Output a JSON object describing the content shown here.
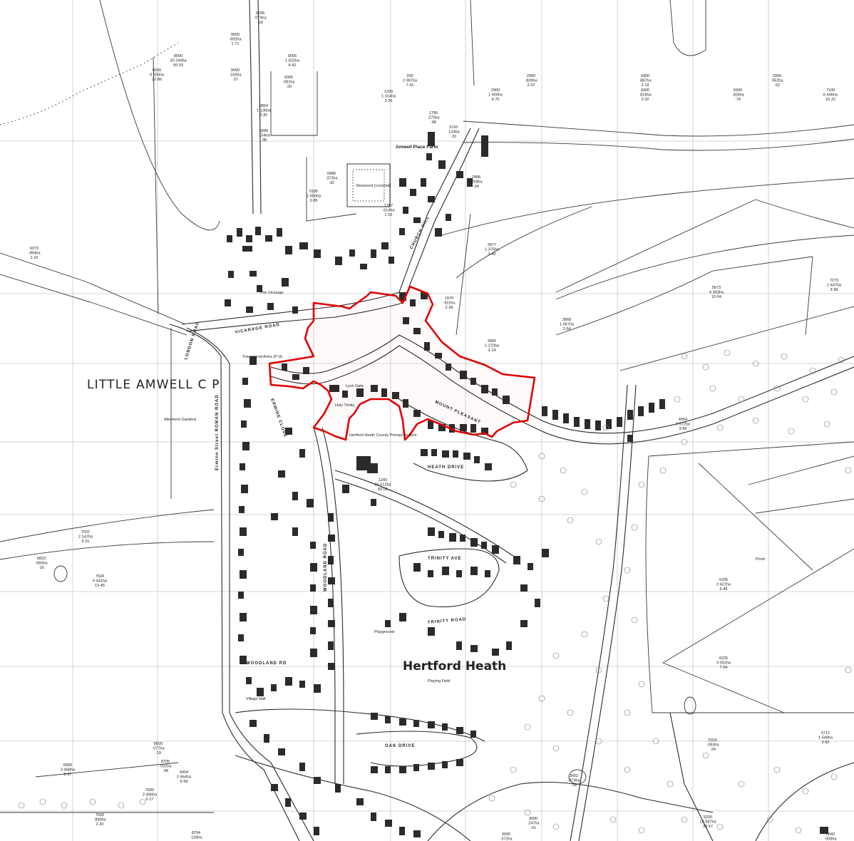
{
  "map": {
    "parish_label": "LITTLE AMWELL C P",
    "village_label": "Hertford Heath",
    "places": {
      "farm": "Amwell Place Farm",
      "reservoir": "Reservoir (covered)",
      "vicarage": "The Vicarage",
      "townshend_arms": "Townshend Arms (P H)",
      "allotment": "Allotment Gardens",
      "lych_gate": "Lych Gate",
      "holy_trinity": "Holy Trinity",
      "school": "Hertford Heath County Primary School",
      "playground": "Playground",
      "playing_field": "Playing Field",
      "village_hall": "Village Hall",
      "pond": "Pond"
    },
    "roads": {
      "london_road": "LONDON ROAD",
      "vicarage_road": "VICARAGE ROAD",
      "ermine_street": "Ermine Street ROMAN ROAD",
      "woodland_road": "WOODLAND ROAD",
      "trinity_road": "TRINITY ROAD",
      "mount_pleasant": "MOUNT PLEASANT",
      "church_hill": "CHURCH HILL",
      "heath_drive": "HEATH DRIVE",
      "woodland_rd_short": "WOODLAND RD",
      "trinity_ave": "TRINITY AVE",
      "oak_drive": "OAK DRIVE",
      "ermine_close": "ERMINE CLOSE"
    },
    "parcels": [
      {
        "id": "p1",
        "num": "8000",
        "area": "20·249ha",
        "acres": "50·03"
      },
      {
        "id": "p2",
        "num": "8000",
        "area": "9·250ha",
        "acres": "22·86"
      },
      {
        "id": "p3",
        "num": "9000",
        "area": "·692ha",
        "acres": "1·71"
      },
      {
        "id": "p4",
        "num": "9000",
        "area": "·150ha",
        "acres": "·37"
      },
      {
        "id": "p5",
        "num": "0005",
        "area": "1·822ha",
        "acres": "4·50"
      },
      {
        "id": "p6",
        "num": "0005",
        "area": "·081ha",
        "acres": "·20"
      },
      {
        "id": "p7",
        "num": "9206",
        "area": "·073ha",
        "acres": "·18"
      },
      {
        "id": "p8",
        "num": "1200",
        "area": "1·314ha",
        "acres": "3·25"
      },
      {
        "id": "p9",
        "num": "200",
        "area": "2·997ha",
        "acres": "7·41"
      },
      {
        "id": "p10",
        "num": "2900",
        "area": "·839ha",
        "acres": "2·07"
      },
      {
        "id": "p11",
        "num": "2900",
        "area": "1·900ha",
        "acres": "4·70"
      },
      {
        "id": "p12",
        "num": "4300",
        "area": "·887ha",
        "acres": "2·19"
      },
      {
        "id": "p13",
        "num": "4300",
        "area": "·816ha",
        "acres": "2·02"
      },
      {
        "id": "p14",
        "num": "5900",
        "area": "·300ha",
        "acres": "·74"
      },
      {
        "id": "p15",
        "num": "7100",
        "area": "6·606ha",
        "acres": "16·32"
      },
      {
        "id": "p16",
        "num": "2900",
        "area": "·952ha",
        "acres": "·52"
      },
      {
        "id": "p17",
        "num": "1795",
        "area": "·275ha",
        "acres": "·68"
      },
      {
        "id": "p18",
        "num": "2193",
        "area": "·134ha",
        "acres": "·33"
      },
      {
        "id": "p19",
        "num": "9854",
        "area": "1·136ha",
        "acres": "2·81"
      },
      {
        "id": "p20",
        "num": "9289",
        "area": "·154ha",
        "acres": "·38"
      },
      {
        "id": "p21",
        "num": "0986",
        "area": "·372ha",
        "acres": "·92"
      },
      {
        "id": "p22",
        "num": "0185",
        "area": "1·556ha",
        "acres": "3·85"
      },
      {
        "id": "p23",
        "num": "1787",
        "area": "·614ha",
        "acres": "1·52"
      },
      {
        "id": "p24",
        "num": "2488",
        "area": "·258ha",
        "acres": "·64"
      },
      {
        "id": "p25",
        "num": "2877",
        "area": "1·375ha",
        "acres": "3·40"
      },
      {
        "id": "p26",
        "num": "1970",
        "area": "·922ha",
        "acres": "2·28"
      },
      {
        "id": "p27",
        "num": "2865",
        "area": "1·270ha",
        "acres": "3·14"
      },
      {
        "id": "p28",
        "num": "3868",
        "area": "1·067ha",
        "acres": "2·64"
      },
      {
        "id": "p29",
        "num": "5673",
        "area": "4·063ha",
        "acres": "10·04"
      },
      {
        "id": "p30",
        "num": "7273",
        "area": "1·447ha",
        "acres": "3·58"
      },
      {
        "id": "p31",
        "num": "6373",
        "area": "·494ha",
        "acres": "1·22"
      },
      {
        "id": "p32",
        "num": "4954",
        "area": "1·572ha",
        "acres": "3·89"
      },
      {
        "id": "p33",
        "num": "1243",
        "area": "33·612ha",
        "acres": "83·06"
      },
      {
        "id": "p34",
        "num": "7037",
        "area": "2·147ha",
        "acres": "5·31"
      },
      {
        "id": "p35",
        "num": "7524",
        "area": "5·441ha",
        "acres": "13·45"
      },
      {
        "id": "p36",
        "num": "6823",
        "area": "·065ha",
        "acres": "·16"
      },
      {
        "id": "p37",
        "num": "5335",
        "area": "2·627ha",
        "acres": "6·49"
      },
      {
        "id": "p38",
        "num": "6225",
        "area": "3·052ha",
        "acres": "7·54"
      },
      {
        "id": "p39",
        "num": "6712",
        "area": "1·549ha",
        "acres": "3·83"
      },
      {
        "id": "p40",
        "num": "5315",
        "area": "·093ha",
        "acres": "·24"
      },
      {
        "id": "p41",
        "num": "6906",
        "area": "3·468ha",
        "acres": "8·57"
      },
      {
        "id": "p42",
        "num": "8509",
        "area": "·077ha",
        "acres": "·19"
      },
      {
        "id": "p43",
        "num": "8705",
        "area": "·032ha",
        "acres": "·08"
      },
      {
        "id": "p44",
        "num": "0404",
        "area": "2·664ha",
        "acres": "6·58"
      },
      {
        "id": "p45",
        "num": "7600",
        "area": "2·496ha",
        "acres": "6·17"
      },
      {
        "id": "p46",
        "num": "7500",
        "area": "·890ha",
        "acres": "2·20"
      },
      {
        "id": "p47",
        "num": "3602",
        "area": "·073ha",
        "acres": "·18"
      },
      {
        "id": "p48",
        "num": "3000",
        "area": "·247ha",
        "acres": "·61"
      },
      {
        "id": "p49",
        "num": "3000",
        "area": "·372ha",
        "acres": ""
      },
      {
        "id": "p50",
        "num": "5200",
        "area": "12·587ha",
        "acres": "33·57"
      },
      {
        "id": "p51",
        "num": "8704",
        "area": "·134ha",
        "acres": ""
      },
      {
        "id": "p52",
        "num": "0042",
        "area": "·008ha",
        "acres": ""
      }
    ],
    "colors": {
      "conservation_boundary": "#e00000",
      "buildings": "#2b2b2b",
      "linework": "#2a2a2a"
    }
  }
}
